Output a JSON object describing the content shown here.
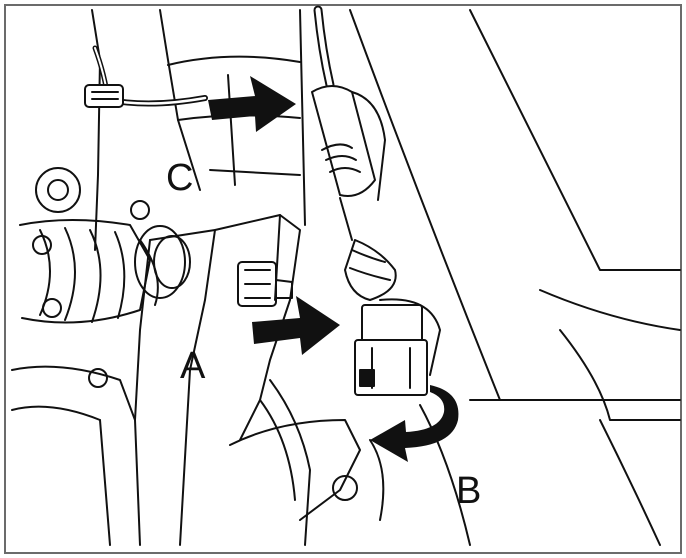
{
  "labels": {
    "a": "A",
    "b": "B",
    "c": "C"
  },
  "colors": {
    "ink": "#111111",
    "paper": "#ffffff",
    "border": "#6b6b6b"
  },
  "icons": {
    "arrow_a": "arrow-right-icon",
    "arrow_c": "arrow-right-icon",
    "rotate_b": "curved-arrow-icon"
  }
}
